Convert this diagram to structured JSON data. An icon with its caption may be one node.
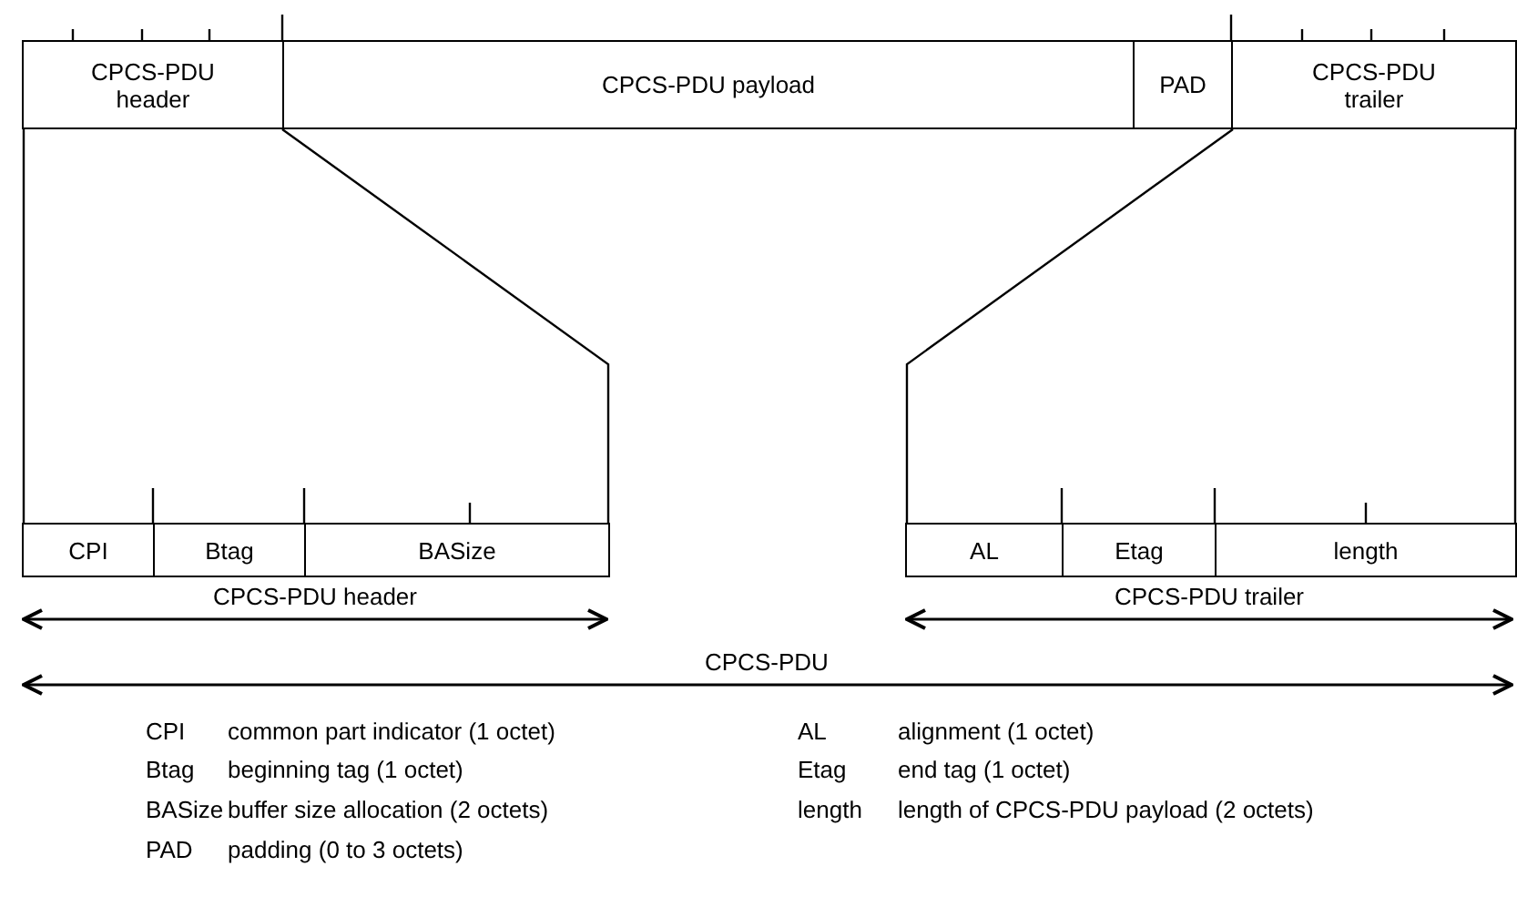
{
  "diagram": {
    "nodes": [
      {
        "text": [
          "CPCS-PDU header"
        ]
      },
      {
        "text": [
          "CPCS-PDU payload"
        ]
      },
      {
        "text": [
          "PAD"
        ]
      },
      {
        "text": [
          "CPCS-PDU trailer"
        ]
      },
      {
        "text": [
          "CPI"
        ]
      },
      {
        "text": [
          "Btag"
        ]
      },
      {
        "text": [
          "BASize"
        ]
      },
      {
        "text": [
          "AL"
        ]
      },
      {
        "text": [
          "Etag"
        ]
      },
      {
        "text": [
          "length"
        ]
      }
    ],
    "edges": [
      {
        "from": 0,
        "to": 4,
        "arrow": "none"
      },
      {
        "from": 0,
        "to": 6,
        "arrow": "none"
      },
      {
        "from": 3,
        "to": 7,
        "arrow": "none"
      },
      {
        "from": 3,
        "to": 9,
        "arrow": "none"
      }
    ],
    "labels": [
      "CPCS-PDU header",
      "CPCS-PDU trailer",
      "CPCS-PDU",
      "CPI",
      "common part indicator (1 octet)",
      "AL",
      "alignment (1 octet)",
      "Btag",
      "beginning tag (1 octet)",
      "Etag",
      "end tag (1 octet)",
      "BASize",
      "buffer size allocation (2 octets)",
      "length",
      "length of CPCS-PDU payload (2 octets)",
      "PAD",
      "padding (0 to 3 octets)"
    ]
  }
}
